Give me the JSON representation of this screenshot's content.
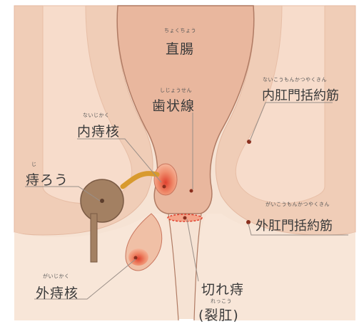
{
  "labels": {
    "rectum": {
      "ruby": "ちょくちょう",
      "text": "直腸"
    },
    "dentate": {
      "ruby": "しじょうせん",
      "text": "歯状線"
    },
    "internal_sphincter": {
      "ruby": "ないこうもんかつやくきん",
      "text": "内肛門括約筋"
    },
    "internal_hemorrhoid": {
      "ruby": "ないじかく",
      "text": "内痔核"
    },
    "fistula": {
      "ruby": "じ",
      "text": "痔ろう"
    },
    "external_sphincter": {
      "ruby": "がいこうもんかつやくきん",
      "text": "外肛門括約筋"
    },
    "external_hemorrhoid": {
      "ruby": "がいじかく",
      "text": "外痔核"
    },
    "fissure": {
      "text": "切れ痔",
      "ruby": "れっこう",
      "paren": "(裂肛)"
    }
  },
  "colors": {
    "outer_tissue": "#f3d9c7",
    "muscle": "#f1c8b2",
    "rectum": "#e9b79e",
    "outline": "#9b6a55",
    "fistula": "#a38062",
    "fistula_dark": "#7a5a44",
    "hemorrhoid_red": "#e0412e",
    "dot": "#8a2f1e",
    "leader": "#9a8f88"
  }
}
